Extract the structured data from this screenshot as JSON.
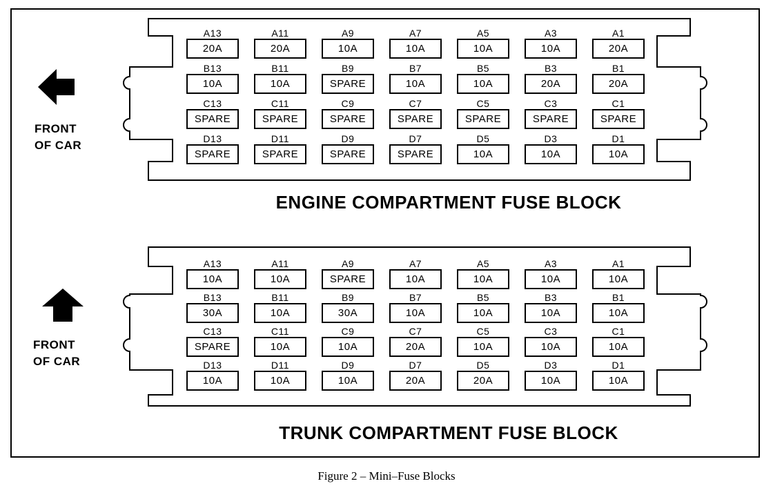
{
  "blocks": [
    {
      "id": "engine",
      "title": "ENGINE COMPARTMENT FUSE BLOCK",
      "front_label": [
        "FRONT",
        "OF CAR"
      ],
      "arrow_icon": "arrow-left-icon",
      "rows": [
        [
          {
            "pos": "A13",
            "rating": "20A"
          },
          {
            "pos": "A11",
            "rating": "20A"
          },
          {
            "pos": "A9",
            "rating": "10A"
          },
          {
            "pos": "A7",
            "rating": "10A"
          },
          {
            "pos": "A5",
            "rating": "10A"
          },
          {
            "pos": "A3",
            "rating": "10A"
          },
          {
            "pos": "A1",
            "rating": "20A"
          }
        ],
        [
          {
            "pos": "B13",
            "rating": "10A"
          },
          {
            "pos": "B11",
            "rating": "10A"
          },
          {
            "pos": "B9",
            "rating": "SPARE"
          },
          {
            "pos": "B7",
            "rating": "10A"
          },
          {
            "pos": "B5",
            "rating": "10A"
          },
          {
            "pos": "B3",
            "rating": "20A"
          },
          {
            "pos": "B1",
            "rating": "20A"
          }
        ],
        [
          {
            "pos": "C13",
            "rating": "SPARE"
          },
          {
            "pos": "C11",
            "rating": "SPARE"
          },
          {
            "pos": "C9",
            "rating": "SPARE"
          },
          {
            "pos": "C7",
            "rating": "SPARE"
          },
          {
            "pos": "C5",
            "rating": "SPARE"
          },
          {
            "pos": "C3",
            "rating": "SPARE"
          },
          {
            "pos": "C1",
            "rating": "SPARE"
          }
        ],
        [
          {
            "pos": "D13",
            "rating": "SPARE"
          },
          {
            "pos": "D11",
            "rating": "SPARE"
          },
          {
            "pos": "D9",
            "rating": "SPARE"
          },
          {
            "pos": "D7",
            "rating": "SPARE"
          },
          {
            "pos": "D5",
            "rating": "10A"
          },
          {
            "pos": "D3",
            "rating": "10A"
          },
          {
            "pos": "D1",
            "rating": "10A"
          }
        ]
      ]
    },
    {
      "id": "trunk",
      "title": "TRUNK COMPARTMENT FUSE BLOCK",
      "front_label": [
        "FRONT",
        "OF CAR"
      ],
      "arrow_icon": "arrow-up-icon",
      "rows": [
        [
          {
            "pos": "A13",
            "rating": "10A"
          },
          {
            "pos": "A11",
            "rating": "10A"
          },
          {
            "pos": "A9",
            "rating": "SPARE"
          },
          {
            "pos": "A7",
            "rating": "10A"
          },
          {
            "pos": "A5",
            "rating": "10A"
          },
          {
            "pos": "A3",
            "rating": "10A"
          },
          {
            "pos": "A1",
            "rating": "10A"
          }
        ],
        [
          {
            "pos": "B13",
            "rating": "30A"
          },
          {
            "pos": "B11",
            "rating": "10A"
          },
          {
            "pos": "B9",
            "rating": "30A"
          },
          {
            "pos": "B7",
            "rating": "10A"
          },
          {
            "pos": "B5",
            "rating": "10A"
          },
          {
            "pos": "B3",
            "rating": "10A"
          },
          {
            "pos": "B1",
            "rating": "10A"
          }
        ],
        [
          {
            "pos": "C13",
            "rating": "SPARE"
          },
          {
            "pos": "C11",
            "rating": "10A"
          },
          {
            "pos": "C9",
            "rating": "10A"
          },
          {
            "pos": "C7",
            "rating": "20A"
          },
          {
            "pos": "C5",
            "rating": "10A"
          },
          {
            "pos": "C3",
            "rating": "10A"
          },
          {
            "pos": "C1",
            "rating": "10A"
          }
        ],
        [
          {
            "pos": "D13",
            "rating": "10A"
          },
          {
            "pos": "D11",
            "rating": "10A"
          },
          {
            "pos": "D9",
            "rating": "10A"
          },
          {
            "pos": "D7",
            "rating": "20A"
          },
          {
            "pos": "D5",
            "rating": "20A"
          },
          {
            "pos": "D3",
            "rating": "10A"
          },
          {
            "pos": "D1",
            "rating": "10A"
          }
        ]
      ]
    }
  ],
  "caption": "Figure 2 – Mini–Fuse Blocks"
}
